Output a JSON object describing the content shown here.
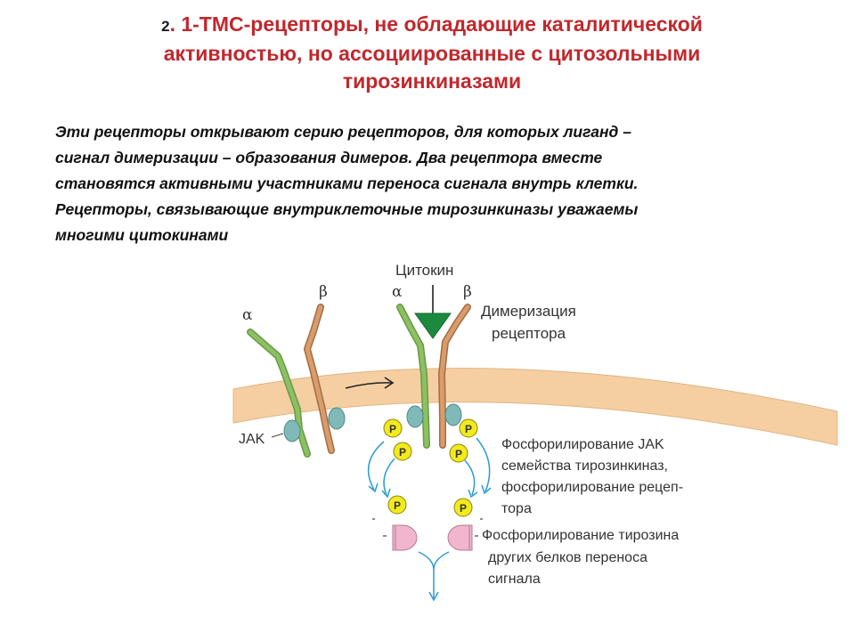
{
  "title": {
    "number": "2",
    "line1": ". 1-ТМС-рецепторы, не обладающие каталитической",
    "line2": "активностью, но  ассоциированные с цитозольными",
    "line3": "тирозинкиназами"
  },
  "intro": {
    "line1": "Эти рецепторы  открывают  серию рецепторов, для которых лиганд –",
    "line2": "сигнал димеризации – образования  димеров. Два рецептора вместе",
    "line3": "становятся активными участниками переноса  сигнала внутрь клетки.",
    "line4": "Рецепторы, связывающие внутриклеточные тирозинкиназы  уважаемы",
    "line5": "многими цитокинами"
  },
  "diagram": {
    "alpha": "α",
    "beta": "β",
    "cytokine": "Цитокин",
    "dimerization1": "Димеризация",
    "dimerization2": "рецептора",
    "jak": "JAK",
    "p": "P",
    "phos_jak1": "Фосфорилирование JAK",
    "phos_jak2": "семейства тирозинкиназ,",
    "phos_jak3": "фосфорилирование рецеп-",
    "phos_jak4": "тора",
    "phos_tyr1": "Фосфорилирование тирозина",
    "phos_tyr2": "других белков переноса",
    "phos_tyr3": "сигнала"
  },
  "colors": {
    "title": "#c0282d",
    "membrane": "#f5cfa2",
    "alpha_chain": "#8cc063",
    "beta_chain": "#d99c6a",
    "cytokine": "#1c8a3e",
    "jak": "#7fb9b8",
    "phosphate": "#f2ea1c",
    "arrow": "#2b9bd1",
    "protein": "#f1b6cd"
  }
}
